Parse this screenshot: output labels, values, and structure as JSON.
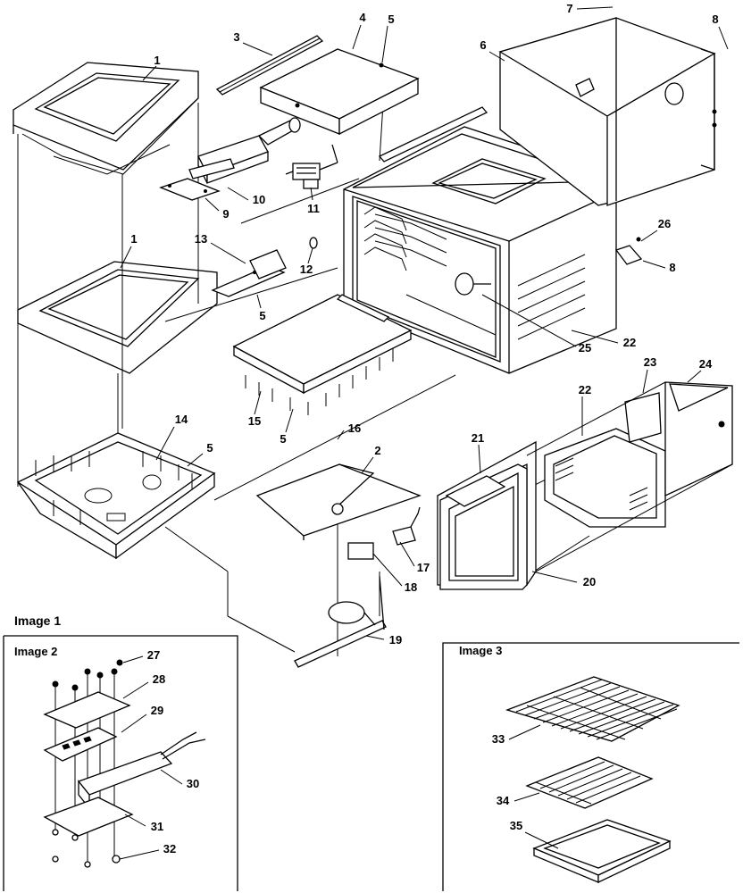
{
  "callouts": [
    "1",
    "3",
    "4",
    "5",
    "7",
    "8",
    "6",
    "10",
    "9",
    "11",
    "13",
    "12",
    "26",
    "8",
    "1",
    "5",
    "25",
    "22",
    "23",
    "24",
    "15",
    "5",
    "16",
    "14",
    "5",
    "2",
    "21",
    "22",
    "17",
    "18",
    "20",
    "19"
  ],
  "panels": {
    "image1": {
      "label": "Image 1"
    },
    "image2": {
      "label": "Image 2",
      "callouts": [
        "27",
        "28",
        "29",
        "30",
        "31",
        "32"
      ]
    },
    "image3": {
      "label": "Image 3",
      "callouts": [
        "33",
        "34",
        "35"
      ]
    }
  }
}
